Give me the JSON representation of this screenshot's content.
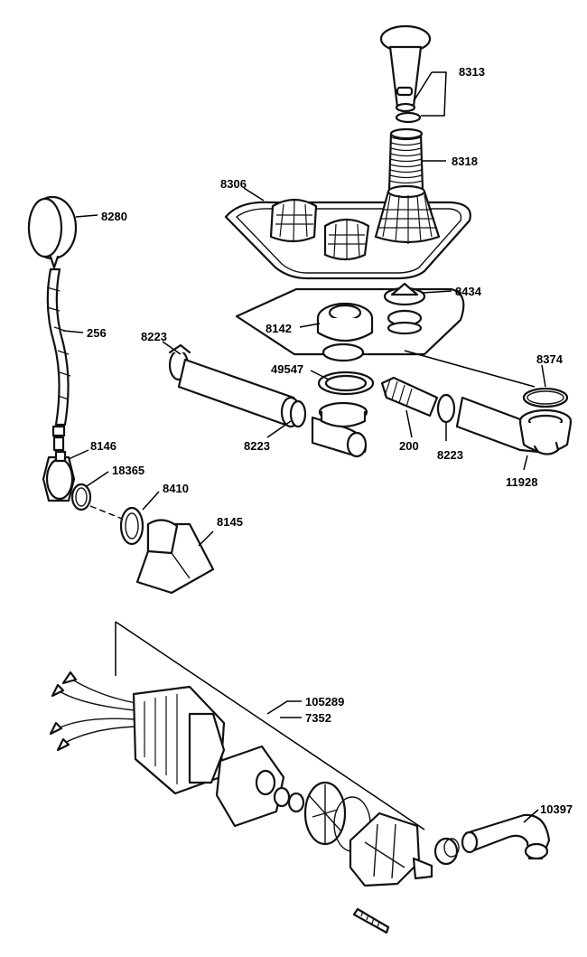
{
  "labels": {
    "l8313": "8313",
    "l8318": "8318",
    "l8306": "8306",
    "l8280": "8280",
    "l8434": "8434",
    "l256": "256",
    "l8223a": "8223",
    "l8142": "8142",
    "l8374": "8374",
    "l49547": "49547",
    "l8223b": "8223",
    "l200": "200",
    "l8223c": "8223",
    "l8146": "8146",
    "l11928": "11928",
    "l18365": "18365",
    "l8410": "8410",
    "l8145": "8145",
    "l105289": "105289",
    "l7352": "7352",
    "l10397": "10397"
  },
  "colors": {
    "ink": "#111111",
    "paper": "#ffffff"
  }
}
